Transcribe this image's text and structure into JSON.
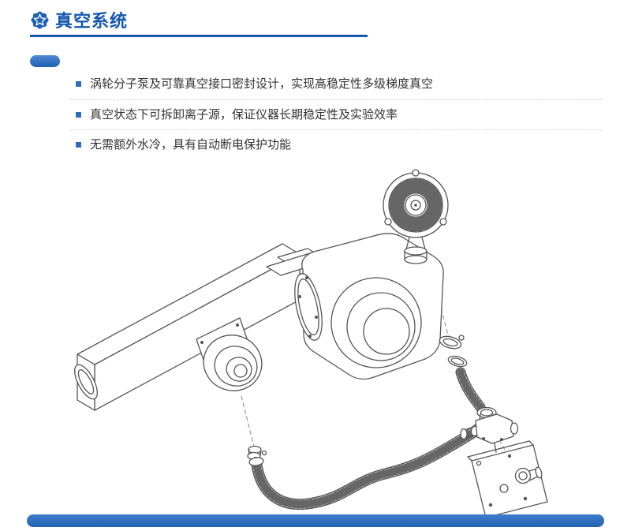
{
  "header": {
    "title": "真空系统",
    "icon": "seal-star-icon"
  },
  "features": [
    "涡轮分子泵及可靠真空接口密封设计，实现高稳定性多级梯度真空",
    "真空状态下可拆卸离子源，保证仪器长期稳定性及实验效率",
    "无需额外水冷，具有自动断电保护功能"
  ],
  "figure": {
    "name": "vacuum-system-isometric-line-drawing"
  },
  "colors": {
    "accent_blue": "#1457ae",
    "bullet_blue": "#2e6bbb",
    "separator_gray": "#d4d4d4",
    "drawing_line": "#555555"
  }
}
